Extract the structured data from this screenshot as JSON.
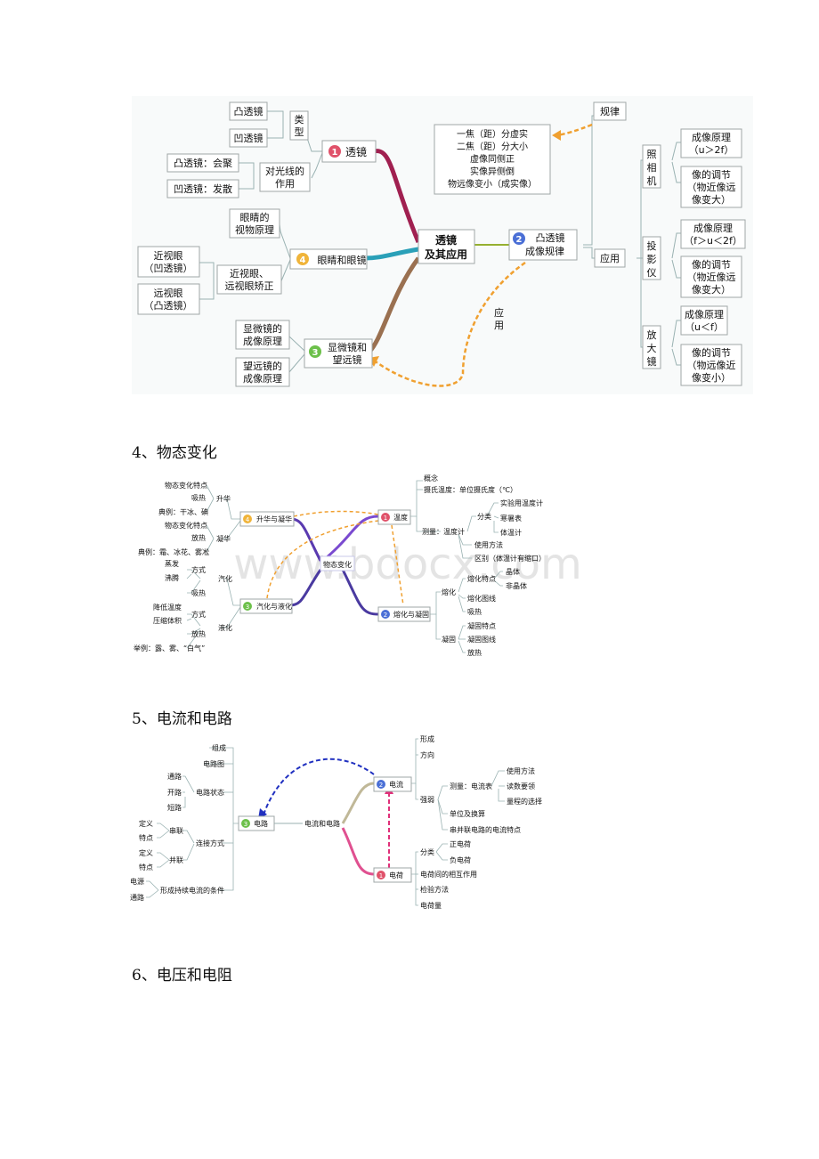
{
  "map1": {
    "center": [
      "透镜",
      "及其应用"
    ],
    "b1": {
      "num": "1",
      "label": "透镜"
    },
    "b2": {
      "num": "2",
      "label": [
        "凸透镜",
        "成像规律"
      ]
    },
    "b3": {
      "num": "3",
      "label": [
        "显微镜和",
        "望远镜"
      ]
    },
    "b4": {
      "num": "4",
      "label": "眼睛和眼镜"
    },
    "lens_type": [
      "类",
      "型"
    ],
    "convex": "凸透镜",
    "concave": "凹透镜",
    "light_effect": [
      "对光线的",
      "作用"
    ],
    "converge": "凸透镜：会聚",
    "diverge": "凹透镜：发散",
    "eye_principle": [
      "眼睛的",
      "视物原理"
    ],
    "correction": [
      "近视眼、",
      "远视眼矫正"
    ],
    "myopia": [
      "近视眼",
      "（凹透镜）"
    ],
    "hyperopia": [
      "远视眼",
      "（凸透镜）"
    ],
    "microscope": [
      "显微镜的",
      "成像原理"
    ],
    "telescope": [
      "望远镜的",
      "成像原理"
    ],
    "rule": "规律",
    "rule_text": [
      "一焦（距）分虚实",
      "二焦（距）分大小",
      "虚像同侧正",
      "实像异侧倒",
      "物远像变小（成实像）"
    ],
    "application": "应用",
    "apply_arrow": [
      "应",
      "用"
    ],
    "camera": [
      "照",
      "相",
      "机"
    ],
    "projector": [
      "投",
      "影",
      "仪"
    ],
    "magnifier": [
      "放",
      "大",
      "镜"
    ],
    "principle": "成像原理",
    "camera_cond": "（u＞2f）",
    "projector_cond": "（f＞u＜2f）",
    "magnifier_cond": "（u＜f）",
    "adjust": "像的调节",
    "far_big": [
      "（物近像远",
      "像变大）"
    ],
    "near_small": [
      "（物远像近",
      "像变小）"
    ]
  },
  "heading4": "4、物态变化",
  "map2": {
    "center": "物态变化",
    "b1": {
      "num": "1",
      "label": "温度"
    },
    "b2": {
      "num": "2",
      "label": "熔化与凝固"
    },
    "b3": {
      "num": "3",
      "label": "汽化与液化"
    },
    "b4": {
      "num": "4",
      "label": "升华与凝华"
    },
    "temp_items": [
      "概念",
      "摄氏温度：单位摄氏度（℃）"
    ],
    "measure": "测量：温度计",
    "classify": "分类",
    "thermo_types": [
      "实验用温度计",
      "寒暑表",
      "体温计"
    ],
    "use_method": "使用方法",
    "difference": "区别（体温计有缩口）",
    "melting": "熔化",
    "melt_feature": "熔化特点",
    "crystal": "晶体",
    "amorphous": "非晶体",
    "melt_graph": "熔化图线",
    "absorb": "吸热",
    "solidify": "凝固",
    "solid_feature": "凝固特点",
    "solid_graph": "凝固图线",
    "release": "放热",
    "sublimation": "升华",
    "sub_feature": "物态变化特点",
    "sub_absorb": "吸热",
    "sub_example": "典例：干冰、碘",
    "desublimation": "凝华",
    "desub_feature": "物态变化特点",
    "desub_release": "放热",
    "desub_example": "典例：霜、冰花、雾凇",
    "vaporize": "汽化",
    "vap_method": "方式",
    "evaporation": "蒸发",
    "boiling": "沸腾",
    "vap_absorb": "吸热",
    "liquefy": "液化",
    "liq_method": "方式",
    "lower_temp": "降低温度",
    "compress": "压缩体积",
    "liq_release": "放热",
    "liq_example": "举例：露、雾、“白气”"
  },
  "heading5": "5、电流和电路",
  "map3": {
    "center": "电流和电路",
    "b1": {
      "num": "1",
      "label": "电荷"
    },
    "b2": {
      "num": "2",
      "label": "电流"
    },
    "b3": {
      "num": "3",
      "label": "电路"
    },
    "composition": "组成",
    "diagram": "电路图",
    "state": "电路状态",
    "states": [
      "通路",
      "开路",
      "短路"
    ],
    "connection": "连接方式",
    "series": "串联",
    "parallel": "并联",
    "definition": "定义",
    "feature": "特点",
    "condition": "形成持续电流的条件",
    "power": "电源",
    "path": "通路",
    "formation": "形成",
    "direction": "方向",
    "strength": "强弱",
    "ammeter": "测量：电流表",
    "ammeter_items": [
      "使用方法",
      "读数要领",
      "量程的选择"
    ],
    "unit": "单位及换算",
    "sp_features": "串并联电路的电流特点",
    "charge_classify": "分类",
    "positive": "正电荷",
    "negative": "负电荷",
    "interaction": "电荷间的相互作用",
    "test": "检验方法",
    "quantity": "电荷量"
  },
  "heading6": "6、电压和电阻",
  "watermark": "www.bdocx.com",
  "colors": {
    "red": "#e0526a",
    "blue": "#4a6fd6",
    "green": "#6cc04a",
    "yellow": "#f0b43a",
    "dashed": "#f0a030"
  }
}
